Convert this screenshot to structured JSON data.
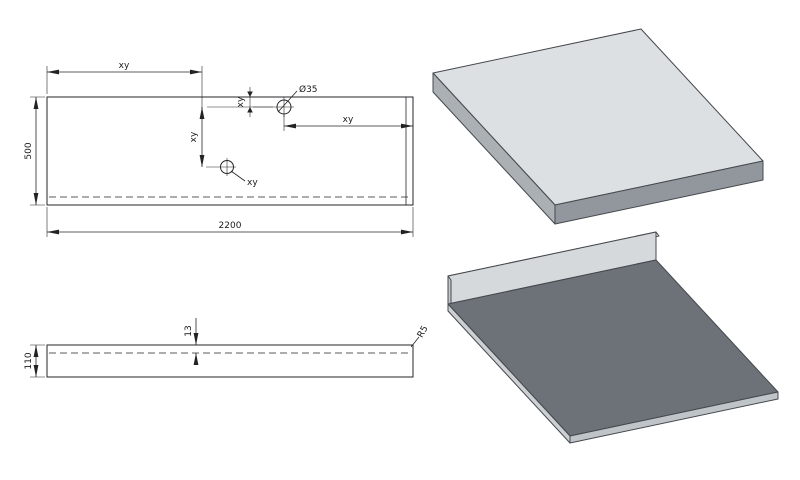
{
  "views": {
    "top_view": {
      "dim_top": "xy",
      "dim_hole_offset": "xy",
      "dim_holes_vertical": "xy",
      "dim_right": "xy",
      "hole_leader": "xy",
      "hole_diameter": "Ø35",
      "height": "500",
      "width": "2200"
    },
    "front_view": {
      "sheet_thickness": "13",
      "height": "110",
      "bend_radius": "R5"
    }
  },
  "colors": {
    "iso_top": "#dde0e3",
    "iso_end": "#abb0b5",
    "iso_front": "#91979d",
    "web_dark": "#6d7278",
    "flange_face": "#d6d9dc",
    "flange_top": "#e8eaec",
    "flange_cap": "#c2c6ca",
    "sheet_edge_left": "#ccd0d3",
    "sheet_edge_front": "#bfc4c8"
  }
}
